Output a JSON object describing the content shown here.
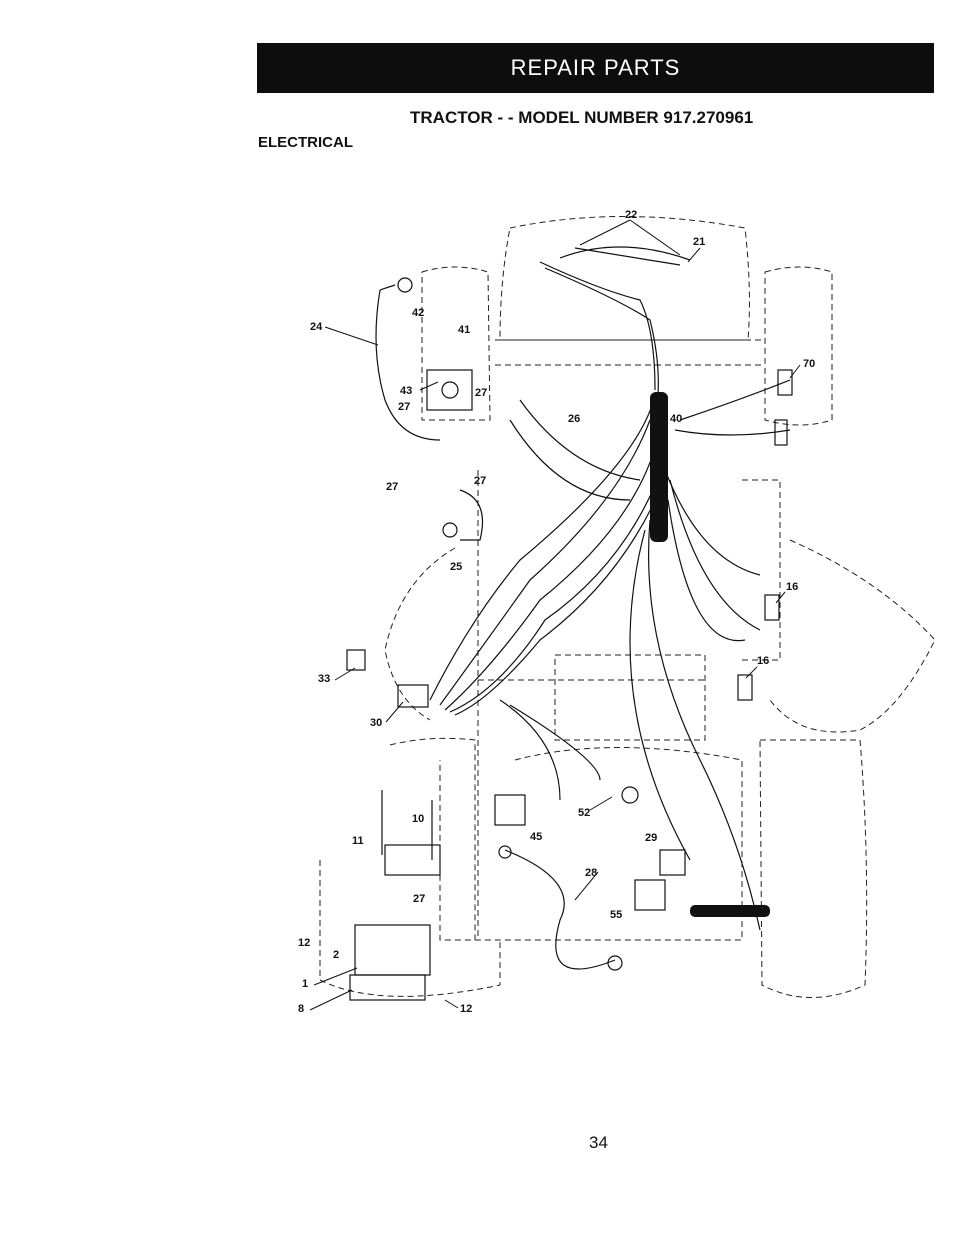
{
  "header": {
    "banner": "REPAIR PARTS",
    "subtitle": "TRACTOR - - MODEL NUMBER 917.270961",
    "section": "ELECTRICAL"
  },
  "callouts": {
    "c1": "1",
    "c2": "2",
    "c8": "8",
    "c10": "10",
    "c11": "11",
    "c12a": "12",
    "c12b": "12",
    "c16a": "16",
    "c16b": "16",
    "c21": "21",
    "c22": "22",
    "c24": "24",
    "c25": "25",
    "c26": "26",
    "c27a": "27",
    "c27b": "27",
    "c27c": "27",
    "c27d": "27",
    "c27e": "27",
    "c28": "28",
    "c29": "29",
    "c30": "30",
    "c33": "33",
    "c40": "40",
    "c41": "41",
    "c42": "42",
    "c43": "43",
    "c45": "45",
    "c52": "52",
    "c55": "55",
    "c70": "70"
  },
  "footer": {
    "page_number": "34"
  }
}
